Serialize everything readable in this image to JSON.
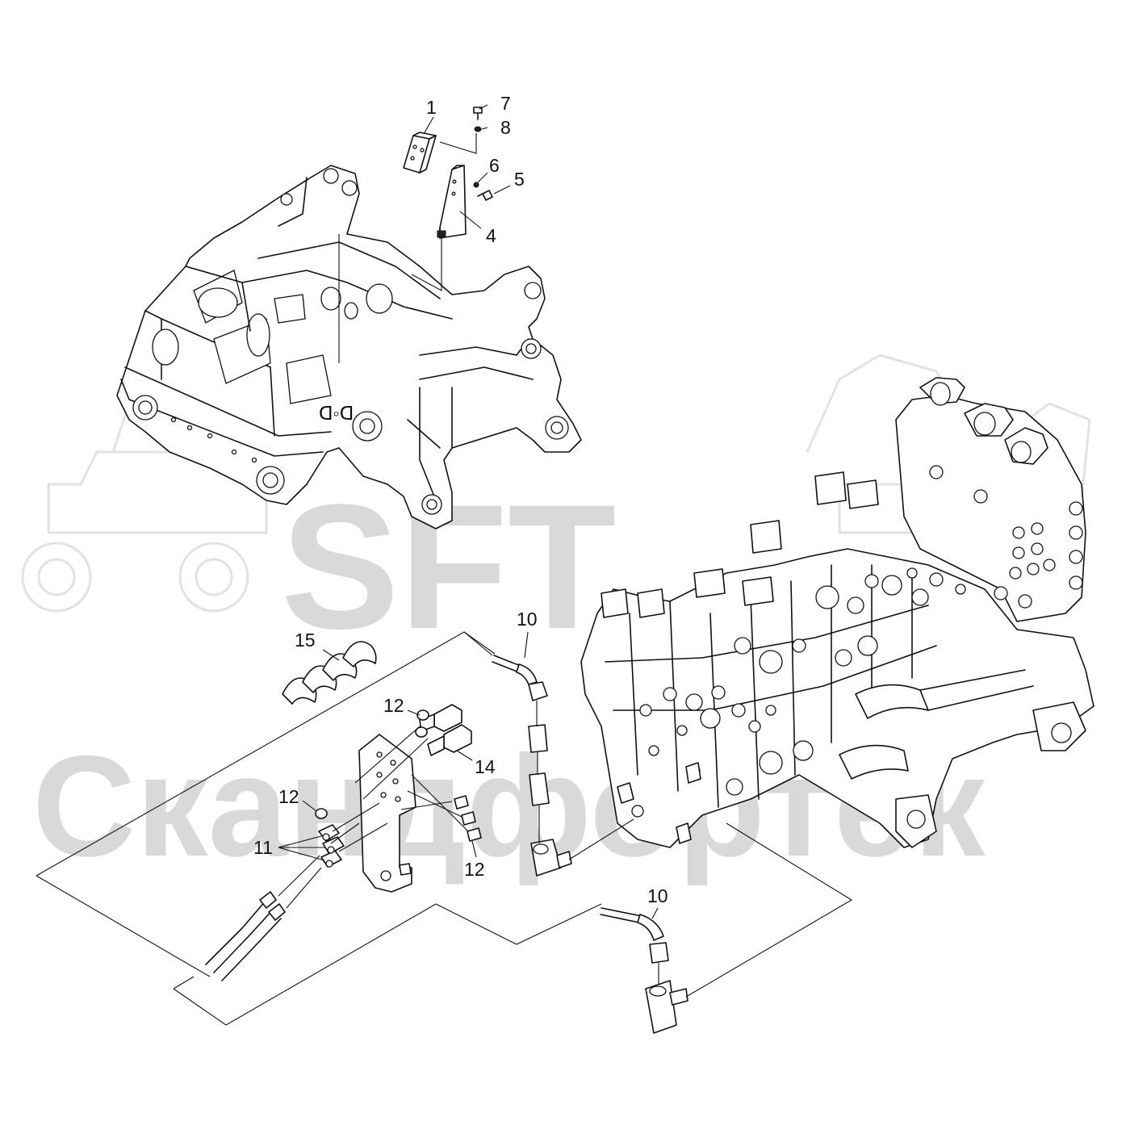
{
  "watermark": {
    "brand": "SFT",
    "company": "Скандфортек"
  },
  "callouts": [
    {
      "id": "1",
      "text": "1"
    },
    {
      "id": "7",
      "text": "7"
    },
    {
      "id": "8",
      "text": "8"
    },
    {
      "id": "6",
      "text": "6"
    },
    {
      "id": "5",
      "text": "5"
    },
    {
      "id": "4",
      "text": "4"
    },
    {
      "id": "10a",
      "text": "10"
    },
    {
      "id": "15",
      "text": "15"
    },
    {
      "id": "12a",
      "text": "12"
    },
    {
      "id": "14",
      "text": "14"
    },
    {
      "id": "12b",
      "text": "12"
    },
    {
      "id": "11",
      "text": "11"
    },
    {
      "id": "12c",
      "text": "12"
    },
    {
      "id": "10b",
      "text": "10"
    }
  ],
  "colors": {
    "line": "#111111",
    "watermark": "#d9d9d9",
    "background": "#ffffff"
  }
}
